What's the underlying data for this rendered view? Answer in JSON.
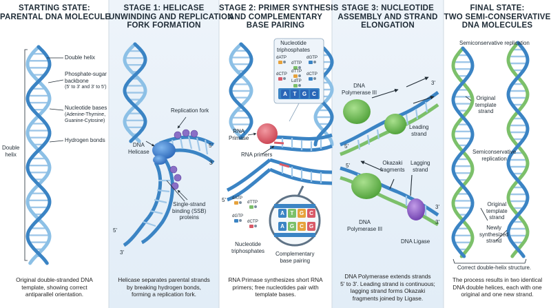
{
  "panels": [
    {
      "title": [
        "STARTING STATE:",
        "PARENTAL DNA MOLECULE"
      ],
      "labels": {
        "double_helix": "Double helix",
        "backbone": [
          "Phosphate-sugar",
          "backbone",
          "(5' to 3' and 3' to 5')"
        ],
        "bases": [
          "Nucleotide bases",
          "(Adenine-Thymine,",
          "Guanine-Cytosine)"
        ],
        "hydrogen": "Hydrogen bonds",
        "side": [
          "Double",
          "helix"
        ]
      },
      "caption": [
        "Original double-stranded DNA",
        "template, showing correct",
        "antiparallel orientation."
      ]
    },
    {
      "title": [
        "STAGE 1: HELICASE",
        "UNWINDING AND REPLICATION",
        "FORK FORMATION"
      ],
      "labels": {
        "fork": "Replication fork",
        "helicase": [
          "DNA",
          "Helicase"
        ],
        "ssb": [
          "Single-strand",
          "binding (SSB)",
          "proteins"
        ],
        "five_prime_a": "5'",
        "three_prime_a": "3'",
        "five_prime_b": "5'",
        "three_prime_b": "3'"
      },
      "caption": [
        "Helicase separates parental strands",
        "by breaking hydrogen bonds,",
        "forming a replication fork."
      ]
    },
    {
      "title": [
        "STAGE 2: PRIMER SYNTHESIS",
        "AND COMPLEMENTARY",
        "BASE PAIRING"
      ],
      "labels": {
        "nuc_top": [
          "Nucleotide",
          "triphosphates"
        ],
        "primase": [
          "RNA",
          "Primase"
        ],
        "primers": "RNA primers",
        "nuc_bottom": [
          "Nucleotide",
          "triphosphates"
        ],
        "pairing": [
          "Complementary",
          "base pairing"
        ],
        "five_prime": "5'",
        "ntp_top": [
          "dATP",
          "dTTP",
          "dGTP",
          "dCTP",
          "dTTP",
          "LdTP",
          "dCTP"
        ],
        "ntp_bottom": [
          "dATP",
          "dTTP",
          "dGTP",
          "dCTP"
        ],
        "box_bases_top": [
          "A",
          "T",
          "G",
          "C"
        ],
        "box_bases_bottom": [
          "A",
          "G",
          "C",
          "G"
        ],
        "strip_bases": [
          "A",
          "T",
          "G",
          "C"
        ]
      },
      "caption": [
        "RNA Primase synthesizes short RNA",
        "primers; free nucleotides pair with",
        "template bases."
      ]
    },
    {
      "title": [
        "STAGE 3: NUCLEOTIDE",
        "ASSEMBLY AND STRAND",
        "ELONGATION"
      ],
      "labels": {
        "pol_top": [
          "DNA",
          "Polymerase III"
        ],
        "leading": [
          "Leading",
          "strand"
        ],
        "okazaki": [
          "Okazaki",
          "fragments"
        ],
        "lagging": [
          "Lagging",
          "strand"
        ],
        "pol_bottom": [
          "DNA",
          "Polymerase III"
        ],
        "ligase": "DNA Ligase",
        "p3a": "3'",
        "p5a": "5'",
        "p5b": "5'",
        "p3b": "3'",
        "p3c": "3'"
      },
      "caption": [
        "DNA Polymerase extends strands",
        "5' to 3'. Leading strand is continuous;",
        "lagging strand forms Okazaki",
        "fragments joined by Ligase."
      ]
    },
    {
      "title": [
        "FINAL STATE:",
        "TWO SEMI-CONSERVATIVE",
        "DNA MOLECULES"
      ],
      "labels": {
        "semi_top": "Semiconservative replication",
        "orig_top": [
          "Original",
          "template",
          "strand"
        ],
        "semi_mid": [
          "Semiconservative",
          "replication"
        ],
        "orig_bottom": [
          "Original",
          "template",
          "strand"
        ],
        "newly": [
          "Newly",
          "synthesized",
          "strand"
        ],
        "correct": "Correct double-helix structure."
      },
      "caption": [
        "The process results in two identical",
        "DNA double helices, each with one",
        "original and one new strand."
      ]
    }
  ],
  "colors": {
    "panel_bg": "#eef4fa",
    "strand_blue": "#3b84c4",
    "strand_light": "#8cc0e6",
    "strand_green": "#7cc06a",
    "rung": "#9fc7e8",
    "helicase": "#3a7fd0",
    "ssb": "#8a6fc6",
    "primase": "#d95a68",
    "polymerase": "#67bd4e",
    "ligase": "#8e5ec8"
  }
}
